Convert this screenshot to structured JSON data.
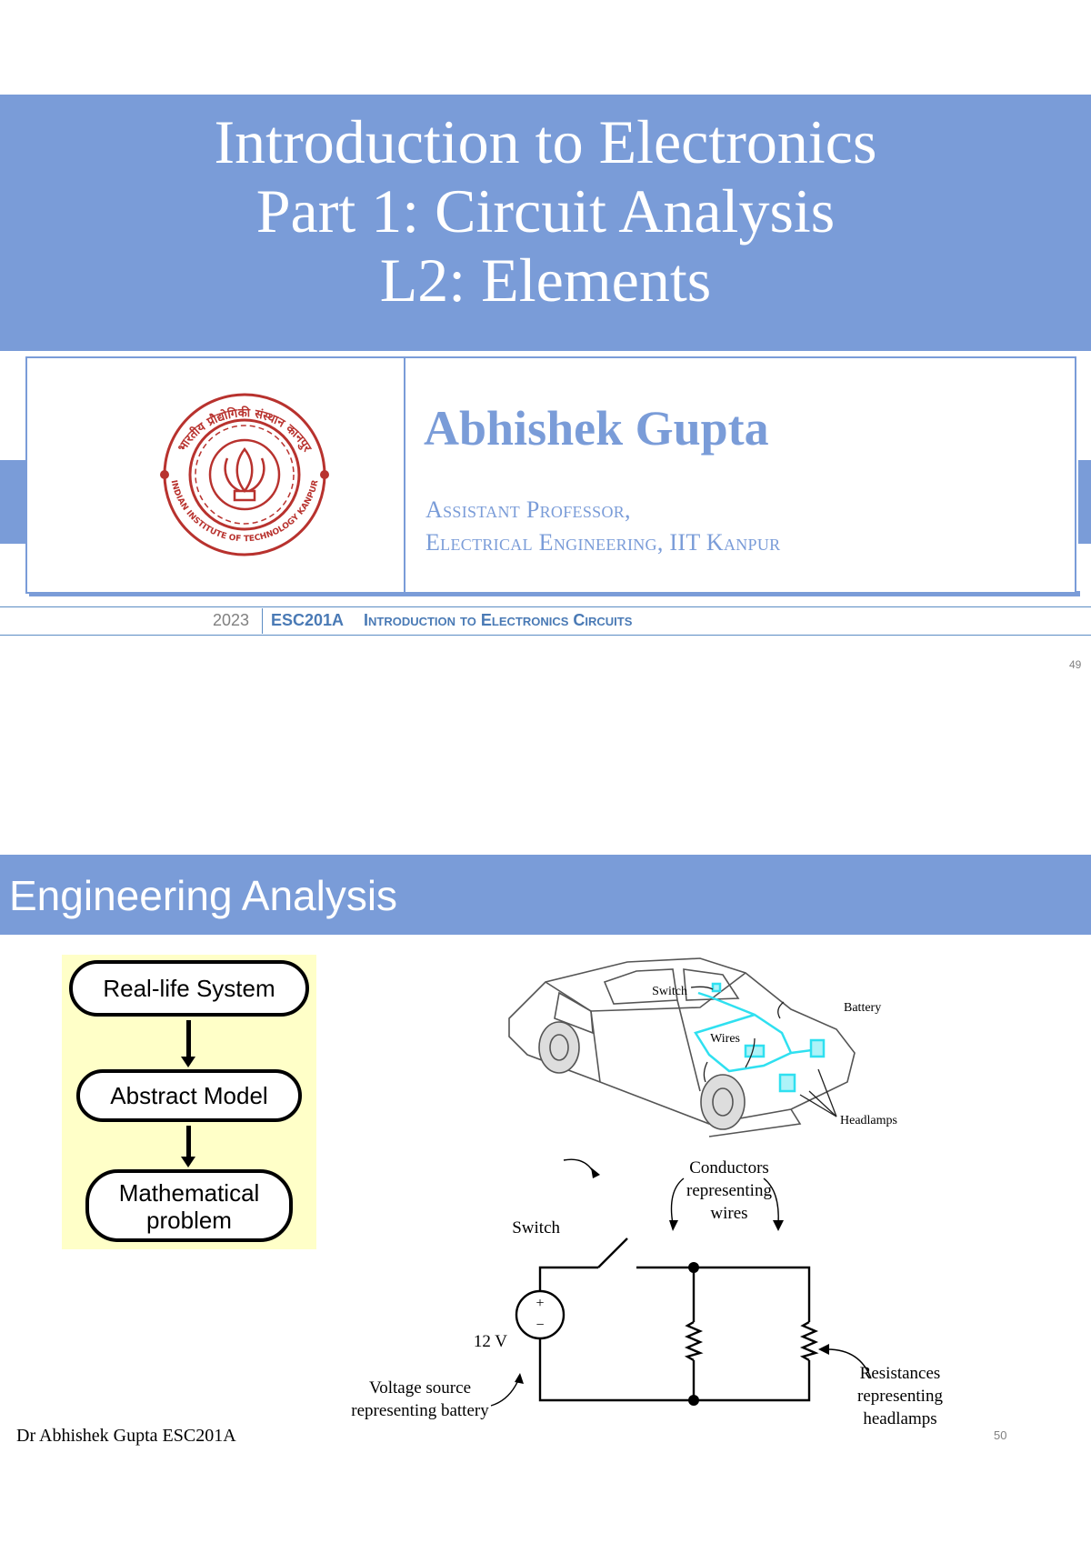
{
  "slide1": {
    "title_lines": [
      "Introduction to Electronics",
      "Part 1: Circuit Analysis",
      "L2: Elements"
    ],
    "author": "Abhishek Gupta",
    "role_line1": "Assistant Professor,",
    "role_line2": "Electrical Engineering, IIT Kanpur",
    "logo": {
      "icon": "iit-kanpur-seal",
      "text_top": "भारतीय प्रौद्योगिकी संस्थान कानपुर",
      "text_bottom": "INDIAN INSTITUTE OF TECHNOLOGY KANPUR"
    },
    "footer_year": "2023",
    "footer_course": "ESC201A",
    "footer_course_title": "Introduction to Electronics Circuits",
    "page_number": "49"
  },
  "slide2": {
    "title": "Engineering Analysis",
    "flow_steps": [
      "Real-life System",
      "Abstract Model",
      "Mathematical problem"
    ],
    "flow_step3_lines": [
      "Mathematical",
      "problem"
    ],
    "car_labels": {
      "switch": "Switch",
      "battery": "Battery",
      "wires": "Wires",
      "headlamps": "Headlamps"
    },
    "circuit_labels": {
      "conductors_lines": [
        "Conductors",
        "representing",
        "wires"
      ],
      "switch": "Switch",
      "voltage": "12 V",
      "plus": "+",
      "minus": "−",
      "source_lines": [
        "Voltage source",
        "representing battery"
      ],
      "resist_lines": [
        "Resistances",
        "representing",
        "headlamps"
      ]
    },
    "footer": "Dr Abhishek Gupta ESC201A",
    "page_number": "50",
    "colors": {
      "accent": "#7a9cd8",
      "wire_highlight": "#2fe0f0",
      "flow_bg": "#ffffc8"
    }
  }
}
